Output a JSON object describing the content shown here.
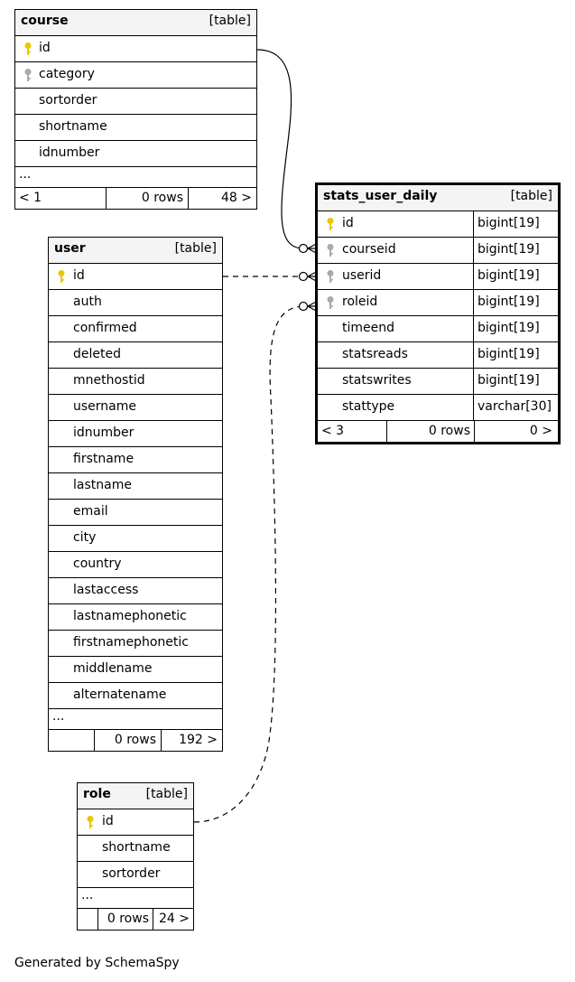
{
  "tables": {
    "course": {
      "name": "course",
      "kind": "[table]",
      "columns": [
        {
          "name": "id",
          "key": "primary"
        },
        {
          "name": "category",
          "key": "foreign"
        },
        {
          "name": "sortorder",
          "key": ""
        },
        {
          "name": "shortname",
          "key": ""
        },
        {
          "name": "idnumber",
          "key": ""
        }
      ],
      "ellipsis": "...",
      "footer": {
        "left": "< 1",
        "rows": "0 rows",
        "right": "48 >"
      }
    },
    "user": {
      "name": "user",
      "kind": "[table]",
      "columns": [
        {
          "name": "id",
          "key": "primary"
        },
        {
          "name": "auth",
          "key": ""
        },
        {
          "name": "confirmed",
          "key": ""
        },
        {
          "name": "deleted",
          "key": ""
        },
        {
          "name": "mnethostid",
          "key": ""
        },
        {
          "name": "username",
          "key": ""
        },
        {
          "name": "idnumber",
          "key": ""
        },
        {
          "name": "firstname",
          "key": ""
        },
        {
          "name": "lastname",
          "key": ""
        },
        {
          "name": "email",
          "key": ""
        },
        {
          "name": "city",
          "key": ""
        },
        {
          "name": "country",
          "key": ""
        },
        {
          "name": "lastaccess",
          "key": ""
        },
        {
          "name": "lastnamephonetic",
          "key": ""
        },
        {
          "name": "firstnamephonetic",
          "key": ""
        },
        {
          "name": "middlename",
          "key": ""
        },
        {
          "name": "alternatename",
          "key": ""
        }
      ],
      "ellipsis": "...",
      "footer": {
        "left": "",
        "rows": "0 rows",
        "right": "192 >"
      }
    },
    "role": {
      "name": "role",
      "kind": "[table]",
      "columns": [
        {
          "name": "id",
          "key": "primary"
        },
        {
          "name": "shortname",
          "key": ""
        },
        {
          "name": "sortorder",
          "key": ""
        }
      ],
      "ellipsis": "...",
      "footer": {
        "left": "",
        "rows": "0 rows",
        "right": "24 >"
      }
    },
    "stats_user_daily": {
      "name": "stats_user_daily",
      "kind": "[table]",
      "columns": [
        {
          "name": "id",
          "key": "primary",
          "type": "bigint[19]"
        },
        {
          "name": "courseid",
          "key": "foreign",
          "type": "bigint[19]"
        },
        {
          "name": "userid",
          "key": "foreign",
          "type": "bigint[19]"
        },
        {
          "name": "roleid",
          "key": "foreign",
          "type": "bigint[19]"
        },
        {
          "name": "timeend",
          "key": "",
          "type": "bigint[19]"
        },
        {
          "name": "statsreads",
          "key": "",
          "type": "bigint[19]"
        },
        {
          "name": "statswrites",
          "key": "",
          "type": "bigint[19]"
        },
        {
          "name": "stattype",
          "key": "",
          "type": "varchar[30]"
        }
      ],
      "footer": {
        "left": "< 3",
        "rows": "0 rows",
        "right": "0 >"
      }
    }
  },
  "colors": {
    "primary_key": "#e6c800",
    "foreign_key": "#a9a9a9",
    "header_bg": "#f4f4f4"
  },
  "credit": "Generated by SchemaSpy"
}
